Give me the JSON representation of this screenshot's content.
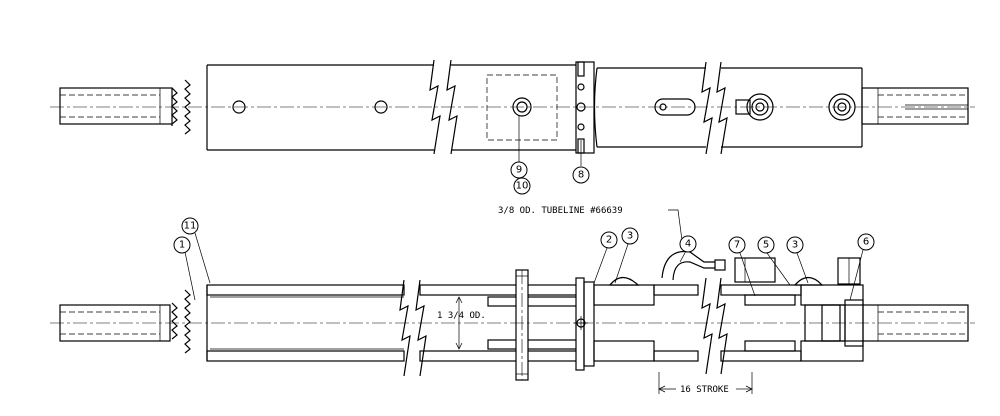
{
  "balloons": {
    "b1": "1",
    "b2": "2",
    "b3a": "3",
    "b3b": "3",
    "b4": "4",
    "b5": "5",
    "b6": "6",
    "b7": "7",
    "b8": "8",
    "b9": "9",
    "b10": "10",
    "b11": "11"
  },
  "labels": {
    "tubeline": "3/8 OD. TUBELINE #66639",
    "diameter": "1 3/4 OD.",
    "stroke": "16 STROKE"
  }
}
